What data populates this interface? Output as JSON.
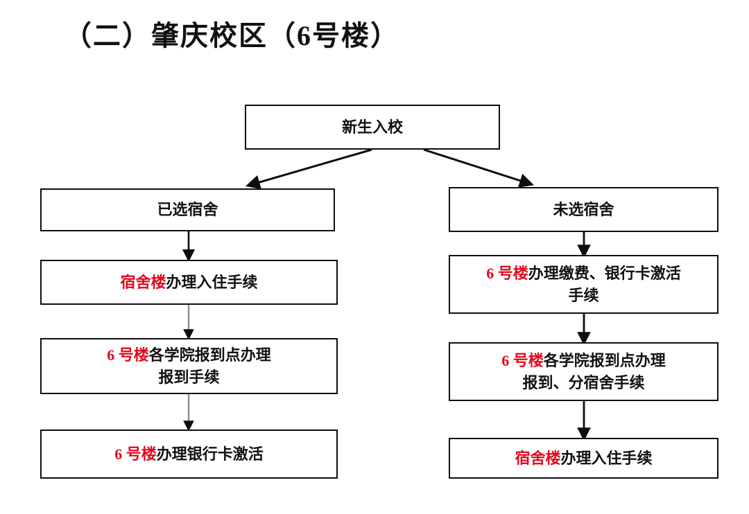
{
  "page": {
    "title": "（二）肇庆校区（6号楼）",
    "background_color": "#ffffff",
    "accent_color": "#e00a1e",
    "line_color": "#0d0d0d",
    "soft_line_color": "#8f8f8f"
  },
  "flow": {
    "start": {
      "label": "新生入校",
      "lines": [
        {
          "highlight": "",
          "rest": "新生入校"
        }
      ]
    },
    "left_branch": {
      "name": "已选宿舍",
      "steps": [
        {
          "label": "已选宿舍",
          "lines": [
            {
              "highlight": "",
              "rest": "已选宿舍"
            }
          ]
        },
        {
          "label": "宿舍楼办理入住手续",
          "lines": [
            {
              "highlight": "宿舍楼",
              "rest": "办理入住手续"
            }
          ]
        },
        {
          "label": "6号楼各学院报到点办理报到手续",
          "lines": [
            {
              "highlight": "6 号楼",
              "rest": "各学院报到点办理"
            },
            {
              "highlight": "",
              "rest": "报到手续"
            }
          ]
        },
        {
          "label": "6号楼办理银行卡激活",
          "lines": [
            {
              "highlight": "6 号楼",
              "rest": "办理银行卡激活"
            }
          ]
        }
      ]
    },
    "right_branch": {
      "name": "未选宿舍",
      "steps": [
        {
          "label": "未选宿舍",
          "lines": [
            {
              "highlight": "",
              "rest": "未选宿舍"
            }
          ]
        },
        {
          "label": "6号楼办理缴费、银行卡激活手续",
          "lines": [
            {
              "highlight": "6 号楼",
              "rest": "办理缴费、银行卡激活"
            },
            {
              "highlight": "",
              "rest": "手续"
            }
          ]
        },
        {
          "label": "6号楼各学院报到点办理报到、分宿舍手续",
          "lines": [
            {
              "highlight": "6 号楼",
              "rest": "各学院报到点办理"
            },
            {
              "highlight": "",
              "rest": "报到、分宿舍手续"
            }
          ]
        },
        {
          "label": "宿舍楼办理入住手续",
          "lines": [
            {
              "highlight": "宿舍楼",
              "rest": "办理入住手续"
            }
          ]
        }
      ]
    },
    "connectors": [
      {
        "name": "start-to-left",
        "from": "新生入校",
        "to": "已选宿舍",
        "style": "diagonal-arrow"
      },
      {
        "name": "start-to-right",
        "from": "新生入校",
        "to": "未选宿舍",
        "style": "diagonal-arrow"
      },
      {
        "name": "left-1-to-2",
        "from": "已选宿舍",
        "to": "宿舍楼办理入住手续",
        "style": "vertical-arrow"
      },
      {
        "name": "left-2-to-3",
        "from": "宿舍楼办理入住手续",
        "to": "6号楼各学院报到点办理报到手续",
        "style": "vertical-arrow"
      },
      {
        "name": "left-3-to-4",
        "from": "6号楼各学院报到点办理报到手续",
        "to": "6号楼办理银行卡激活",
        "style": "vertical-arrow"
      },
      {
        "name": "right-1-to-2",
        "from": "未选宿舍",
        "to": "6号楼办理缴费、银行卡激活手续",
        "style": "vertical-arrow"
      },
      {
        "name": "right-2-to-3",
        "from": "6号楼办理缴费、银行卡激活手续",
        "to": "6号楼各学院报到点办理报到、分宿舍手续",
        "style": "vertical-arrow"
      },
      {
        "name": "right-3-to-4",
        "from": "6号楼各学院报到点办理报到、分宿舍手续",
        "to": "宿舍楼办理入住手续",
        "style": "vertical-arrow"
      }
    ]
  }
}
